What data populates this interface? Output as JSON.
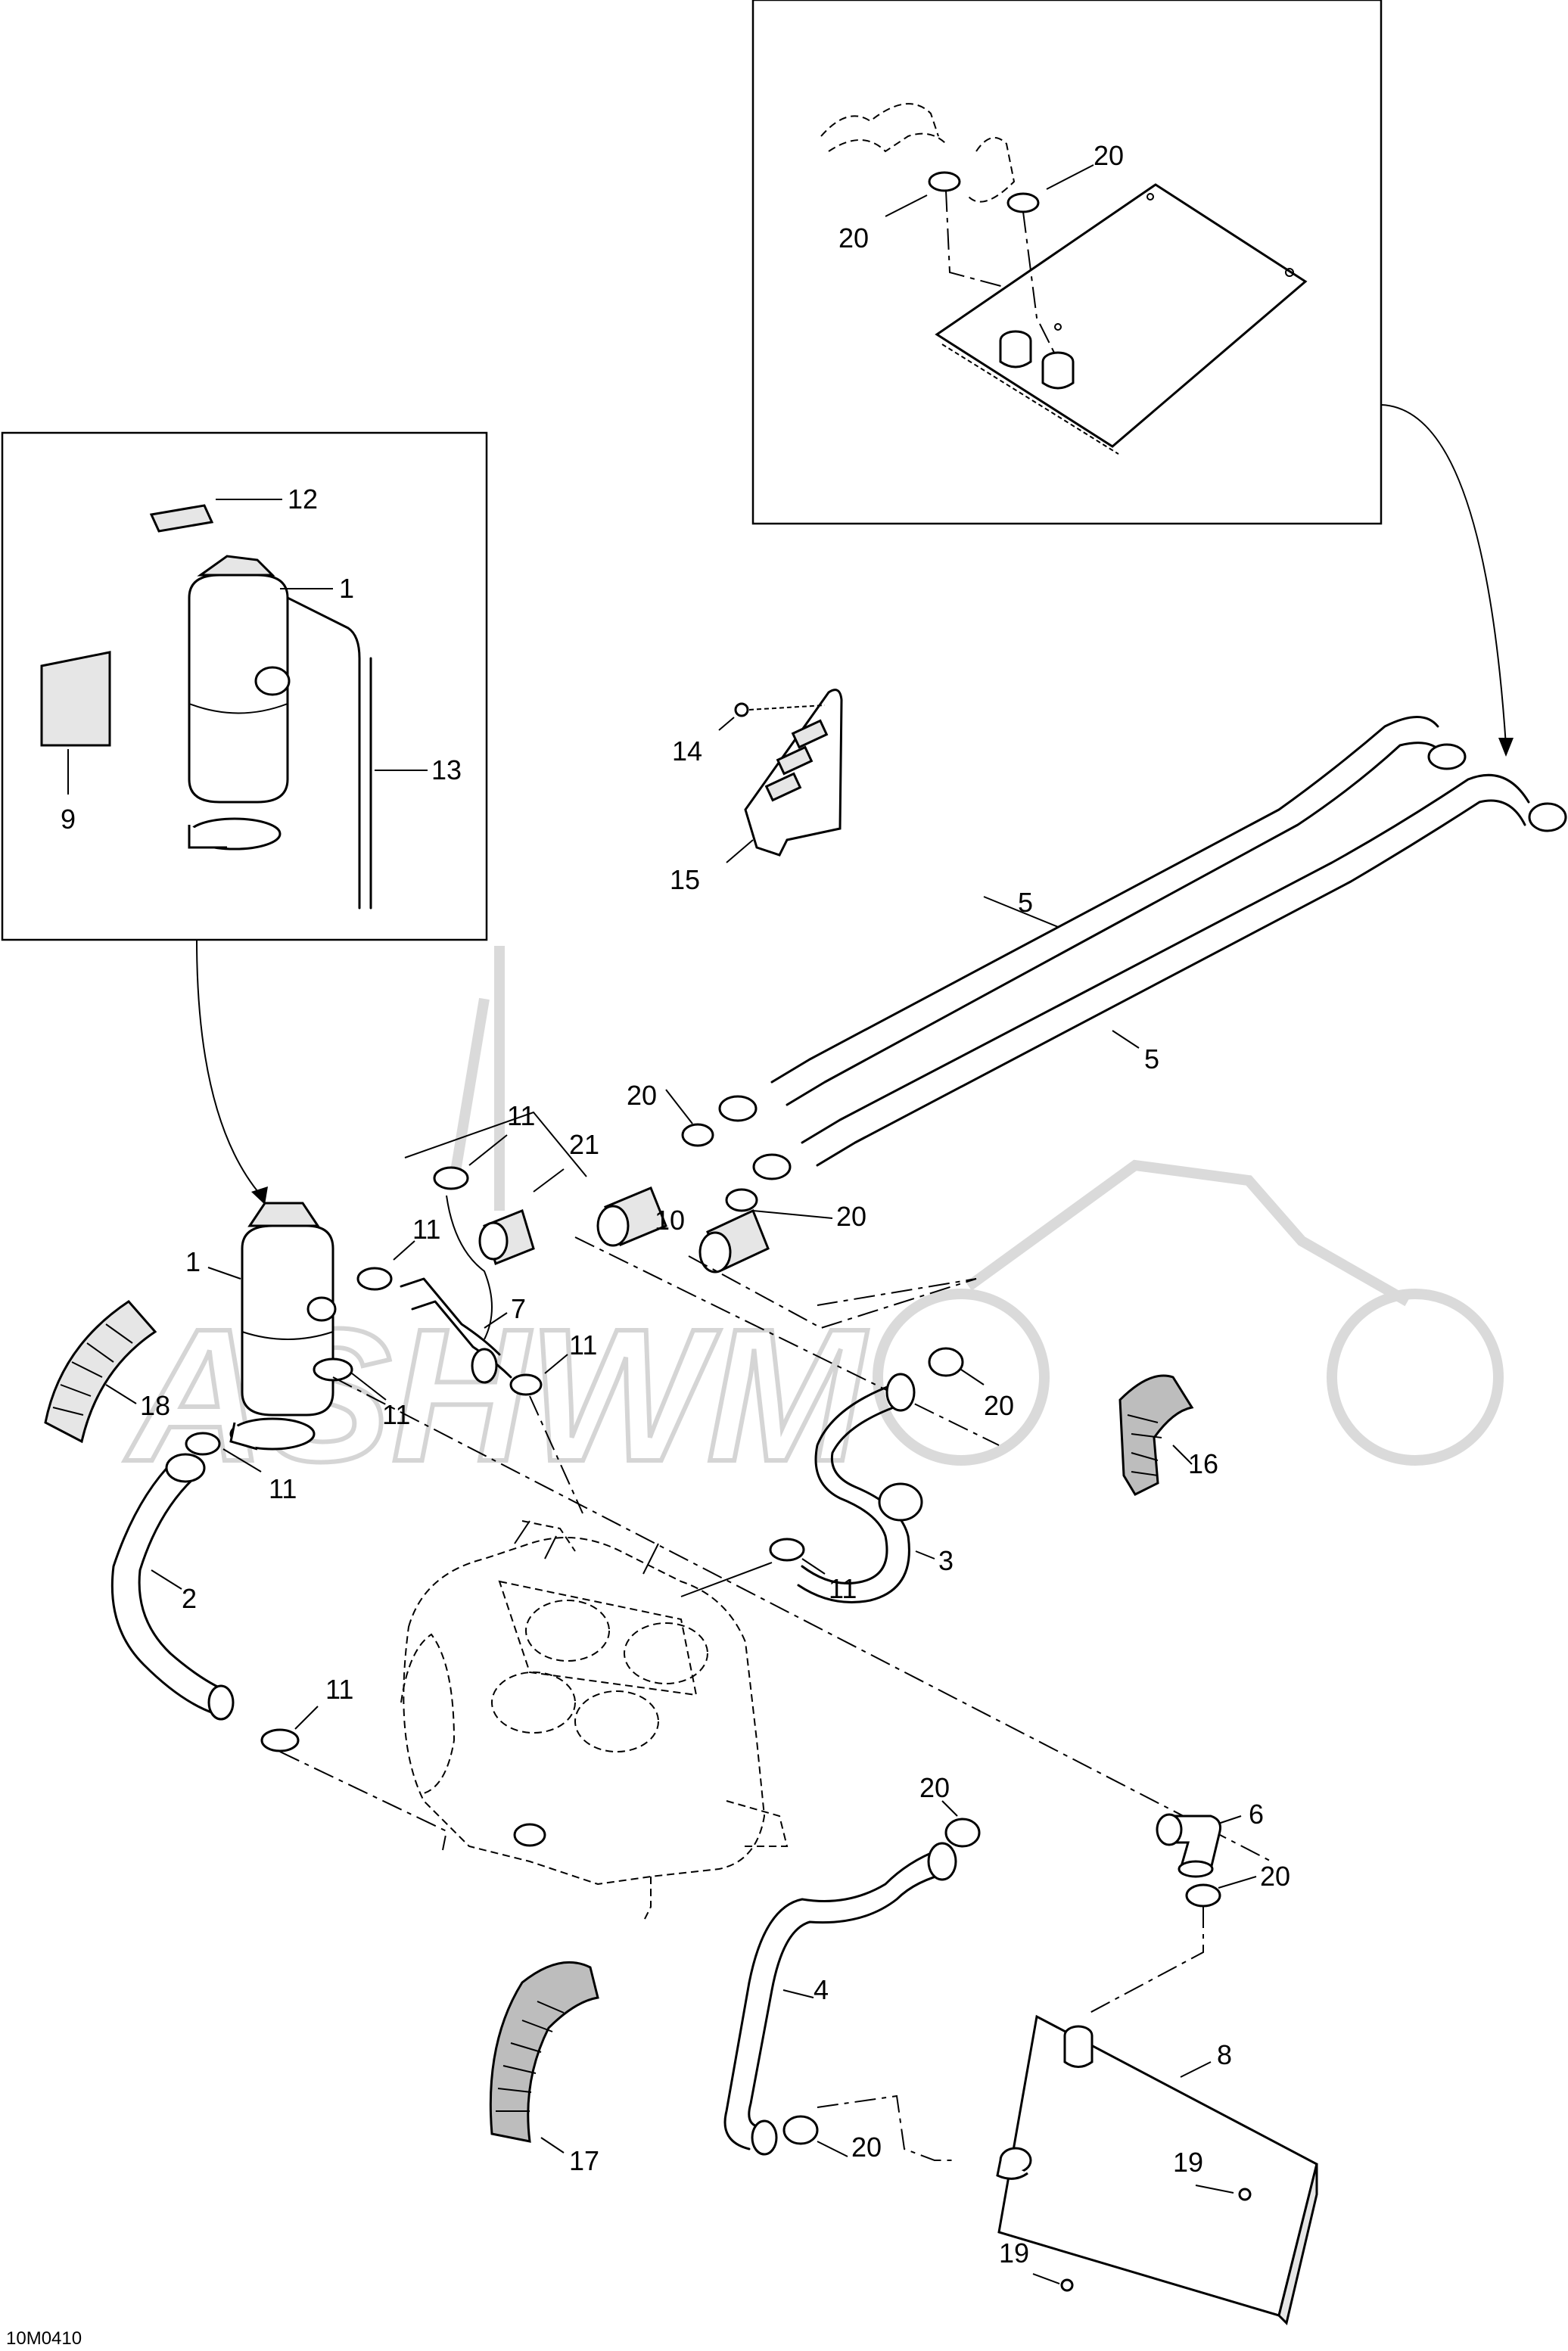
{
  "document_id": "10M0410",
  "watermark": "ASHWM",
  "callouts": {
    "c1a": "1",
    "c1b": "1",
    "c2": "2",
    "c3": "3",
    "c4": "4",
    "c5a": "5",
    "c5b": "5",
    "c6": "6",
    "c7": "7",
    "c8": "8",
    "c9": "9",
    "c10": "10",
    "c11a": "11",
    "c11b": "11",
    "c11c": "11",
    "c11d": "11",
    "c11e": "11",
    "c11f": "11",
    "c11g": "11",
    "c12": "12",
    "c13": "13",
    "c14": "14",
    "c15": "15",
    "c16": "16",
    "c17": "17",
    "c18": "18",
    "c19a": "19",
    "c19b": "19",
    "c20a": "20",
    "c20b": "20",
    "c20c": "20",
    "c20d": "20",
    "c20e": "20",
    "c20f": "20",
    "c20g": "20",
    "c20h": "20",
    "c21": "21"
  }
}
